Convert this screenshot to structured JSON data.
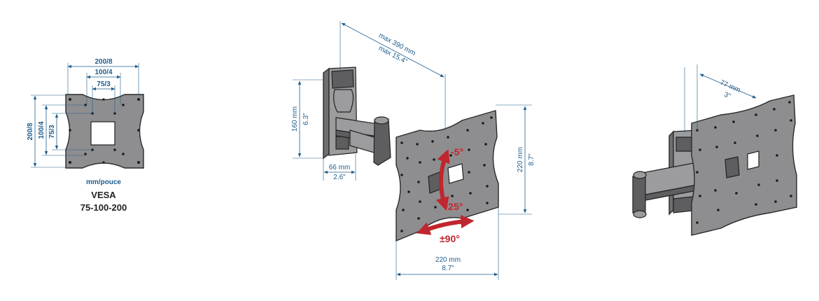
{
  "colors": {
    "dimension": "#1f5d8c",
    "angle": "#c0262d",
    "steel": "#8e8e90",
    "outline": "#2a2a2a"
  },
  "vesa_panel": {
    "dims": {
      "w200": "200/8",
      "w100": "100/4",
      "w75": "75/3",
      "h200": "200/8",
      "h100": "100/4",
      "h75": "75/3"
    },
    "units_label": "mm/pouce",
    "title": "VESA",
    "sizes": "75-100-200"
  },
  "front_view": {
    "reach": {
      "mm": "max 390 mm",
      "inch": "max 15.4\""
    },
    "height_bracket": {
      "mm": "160 mm",
      "inch": "6.3\""
    },
    "depth_min": {
      "mm": "66 mm",
      "inch": "2.6\""
    },
    "plate_height": {
      "mm": "220 mm",
      "inch": "8.7\""
    },
    "plate_width": {
      "mm": "220 mm",
      "inch": "8.7\""
    },
    "tilt_up": "-5°",
    "tilt_down": "+25°",
    "swivel": "±90°"
  },
  "side_view": {
    "depth": {
      "mm": "77 mm",
      "inch": "3\""
    }
  }
}
